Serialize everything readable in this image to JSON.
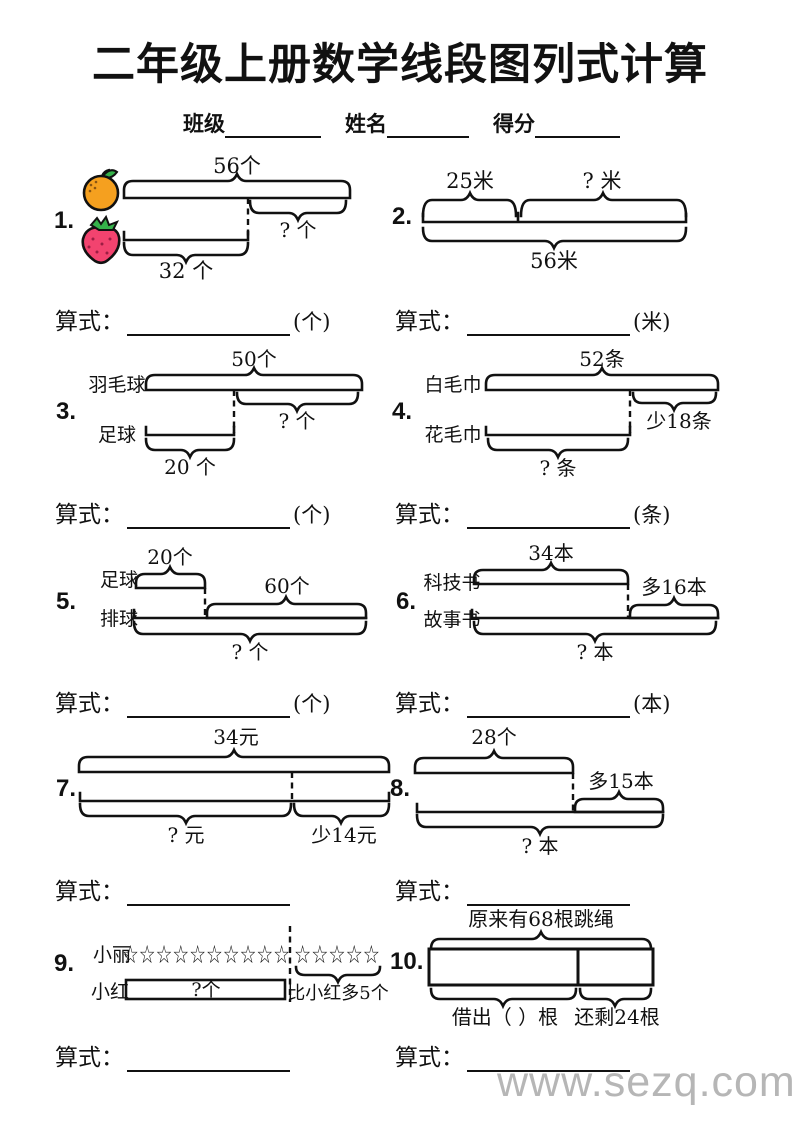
{
  "title": "二年级上册数学线段图列式计算",
  "header": {
    "class_label": "班级",
    "name_label": "姓名",
    "score_label": "得分"
  },
  "problems": [
    {
      "no": "1.",
      "top": "56个",
      "right_q": "? 个",
      "bottom": "32 个"
    },
    {
      "no": "2.",
      "seg1": "25米",
      "seg2": "? 米",
      "total": "56米"
    },
    {
      "no": "3.",
      "row1_label": "羽毛球",
      "top": "50个",
      "right_q": "? 个",
      "row2_label": "足球",
      "bottom": "20 个"
    },
    {
      "no": "4.",
      "row1_label": "白毛巾",
      "top": "52条",
      "right_q": "少18条",
      "row2_label": "花毛巾",
      "bottom": "? 条"
    },
    {
      "no": "5.",
      "row1_label": "足球",
      "top": "20个",
      "row2_label": "排球",
      "right": "60个",
      "bottom": "? 个"
    },
    {
      "no": "6.",
      "row1_label": "科技书",
      "top": "34本",
      "right": "多16本",
      "row2_label": "故事书",
      "bottom": "? 本"
    },
    {
      "no": "7.",
      "top": "34元",
      "bottom_left": "? 元",
      "bottom_right": "少14元"
    },
    {
      "no": "8.",
      "top": "28个",
      "right": "多15本",
      "bottom": "? 本"
    },
    {
      "no": "9.",
      "row1_label": "小丽",
      "stars_left": "☆☆☆☆☆☆☆☆☆☆",
      "stars_right": "☆☆☆☆☆",
      "row2_label": "小红",
      "box_q": "?个",
      "note": "比小红多5个"
    },
    {
      "no": "10.",
      "top": "原来有68根跳绳",
      "bottom_left": "借出（ ）根",
      "bottom_right": "还剩24根"
    }
  ],
  "equations": [
    {
      "label": "算式：",
      "unit": "(个)"
    },
    {
      "label": "算式：",
      "unit": "(米)"
    },
    {
      "label": "算式：",
      "unit": "(个)"
    },
    {
      "label": "算式：",
      "unit": "(条)"
    },
    {
      "label": "算式：",
      "unit": "(个)"
    },
    {
      "label": "算式：",
      "unit": "(本)"
    },
    {
      "label": "算式：",
      "unit": ""
    },
    {
      "label": "算式：",
      "unit": ""
    },
    {
      "label": "算式：",
      "unit": ""
    },
    {
      "label": "算式：",
      "unit": ""
    }
  ],
  "icons": {
    "orange": "orange-fruit",
    "strawberry": "strawberry-fruit",
    "star_glyph": "☆"
  },
  "colors": {
    "ink": "#111111",
    "orange_fill": "#F5A01F",
    "strawberry_fill": "#F2436F",
    "leaf_green": "#35B24A",
    "watermark_gray": "#B6B6B6"
  },
  "watermark": "www.sezq.com"
}
